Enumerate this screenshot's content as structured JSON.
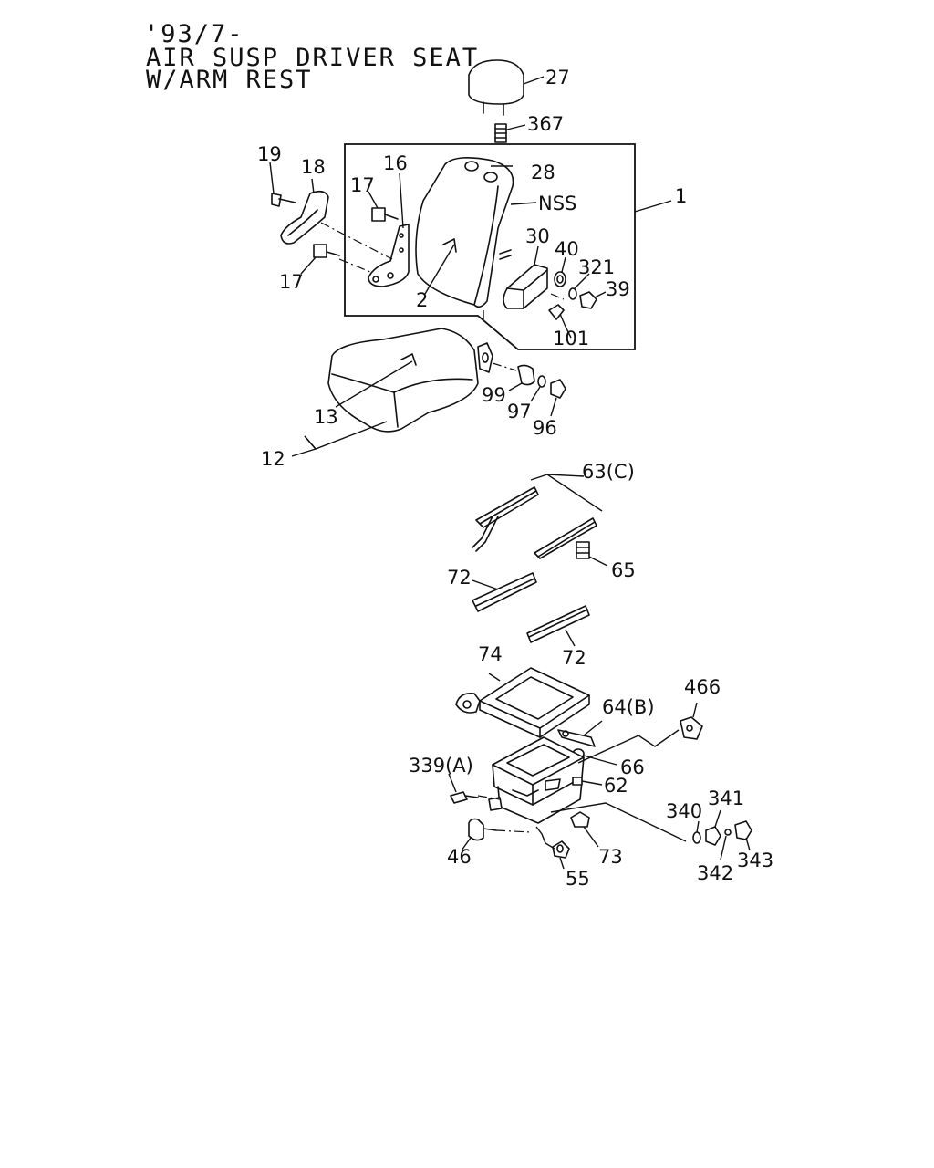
{
  "title": {
    "line1": "'93/7-",
    "line2": "AIR SUSP DRIVER SEAT",
    "line3": "W/ARM REST"
  },
  "callouts": {
    "c27": "27",
    "c367": "367",
    "c28": "28",
    "c1": "1",
    "cNSS": "NSS",
    "c19": "19",
    "c18": "18",
    "c16": "16",
    "c17a": "17",
    "c17b": "17",
    "c2": "2",
    "c30": "30",
    "c40": "40",
    "c321": "321",
    "c39": "39",
    "c101": "101",
    "c99": "99",
    "c97": "97",
    "c96": "96",
    "c13": "13",
    "c12": "12",
    "c63": "63(C)",
    "c65": "65",
    "c72a": "72",
    "c72b": "72",
    "c74": "74",
    "c64": "64(B)",
    "c466": "466",
    "c66": "66",
    "c339": "339(A)",
    "c62": "62",
    "c340": "340",
    "c341": "341",
    "c46": "46",
    "c73": "73",
    "c55": "55",
    "c342": "342",
    "c343": "343"
  }
}
